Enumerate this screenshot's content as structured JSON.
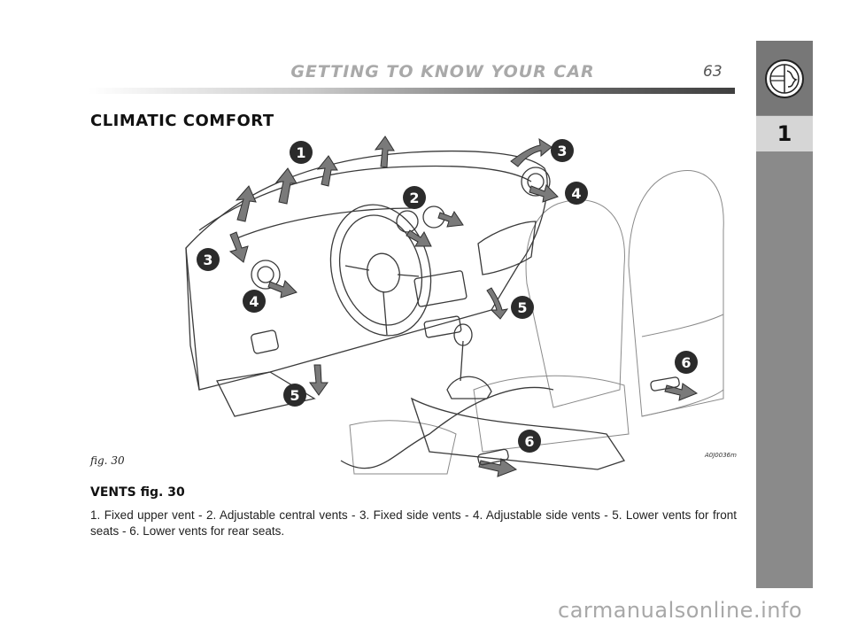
{
  "header": {
    "title": "GETTING TO KNOW YOUR CAR",
    "page_number": "63"
  },
  "side_tab": {
    "chapter": "1",
    "logo_icon": "brand-emblem-icon"
  },
  "section_title": "CLIMATIC COMFORT",
  "figure": {
    "label": "fig. 30",
    "code": "A0J0036m",
    "callouts": [
      "1",
      "2",
      "3",
      "4",
      "3",
      "4",
      "5",
      "5",
      "6",
      "6"
    ]
  },
  "vents": {
    "heading": "VENTS fig. 30",
    "description": "1. Fixed upper vent - 2. Adjustable central vents - 3. Fixed side vents - 4. Adjustable side vents - 5. Lower vents for front seats - 6. Lower vents for rear seats."
  },
  "footer": {
    "watermark": "carmanualsonline.info"
  },
  "colors": {
    "side_tab": "#8a8a8a",
    "chapter_box": "#d6d6d6",
    "header_title": "#a9a9a9"
  }
}
